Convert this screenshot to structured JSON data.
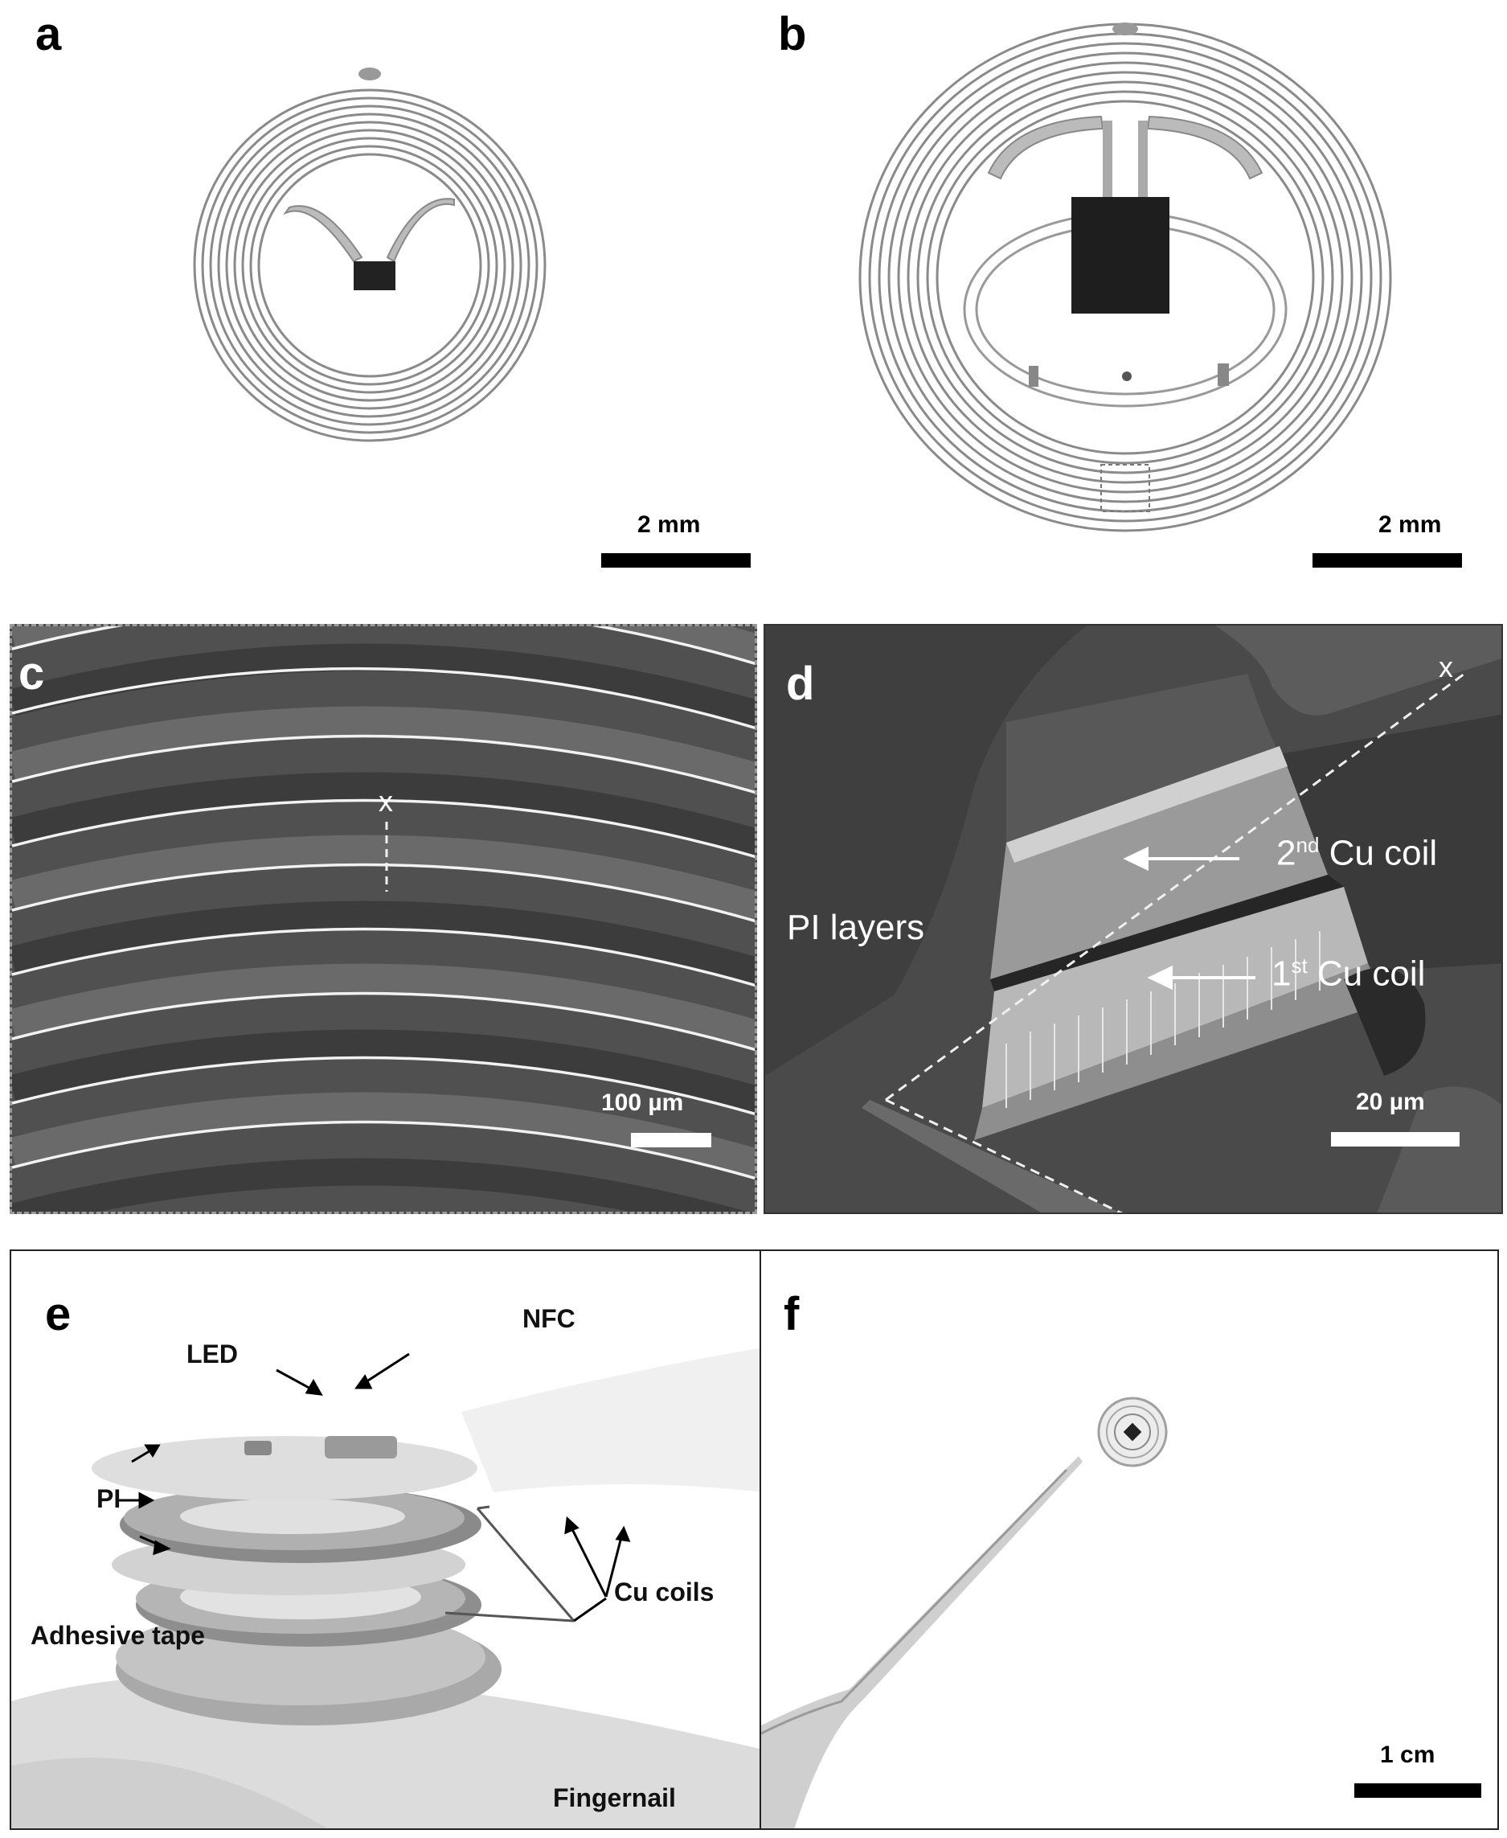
{
  "panels": {
    "a": {
      "label": "a",
      "scalebar": "2 mm"
    },
    "b": {
      "label": "b",
      "scalebar": "2 mm"
    },
    "c": {
      "label": "c",
      "scalebar": "100 µm",
      "marker": "x"
    },
    "d": {
      "label": "d",
      "scalebar": "20 µm",
      "marker": "x",
      "pi_layers": "PI layers",
      "coil2_num": "2",
      "coil2_sup": "nd",
      "coil2_text": "Cu coil",
      "coil1_num": "1",
      "coil1_sup": "st",
      "coil1_text": "Cu coil"
    },
    "e": {
      "label": "e",
      "led": "LED",
      "nfc": "NFC",
      "pi": "PI",
      "cu_coils": "Cu coils",
      "adhesive": "Adhesive tape",
      "fingernail": "Fingernail"
    },
    "f": {
      "label": "f",
      "scalebar": "1 cm"
    }
  }
}
